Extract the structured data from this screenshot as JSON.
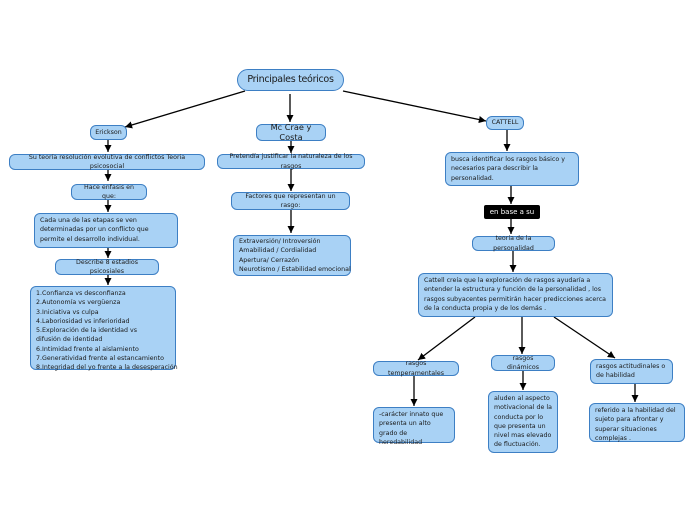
{
  "root": "Principales teóricos",
  "branches": {
    "erickson": {
      "title": "Erickson",
      "theory": "Su teoría resolución evolutiva de conflictos Teoria psicosocial",
      "emphasis": "Hace enfasis en que:",
      "stages_note": "Cada una de las etapas se ven determinadas por un conflicto que permite el desarrollo individual.",
      "stages_title": "Describe 8 estadios psicosiales",
      "stages": [
        "1.Confianza vs desconfianza",
        "2.Autonomía vs vergüenza",
        "3.Iniciativa vs culpa",
        "4.Laboriosidad vs inferioridad",
        "5.Exploración de la identidad vs",
        "difusión de identidad",
        "6.Intimidad frente al aislamiento",
        "7.Generatividad frente al estancamiento",
        "8.Integridad del yo frente a la desesperación"
      ]
    },
    "mccrae": {
      "title": "Mc Crae y Costa",
      "purpose": "Pretendía justificar la naturaleza de los rasgos",
      "factors_title": "Factores que representan un rasgo:",
      "factors": [
        "Extraversión/ Introversión",
        "Amabilidad / Cordialidad",
        "Apertura/ Cerrazón",
        "Neurotismo / Estabilidad emocional"
      ]
    },
    "cattell": {
      "title": "CATTELL",
      "goal": "busca identificar los rasgos básico y necesarios para describir la personalidad.",
      "based_on": "en base a su",
      "theory": "teoría de la personalidad",
      "description": "Cattell creía que la exploración de rasgos ayudaría a entender la estructura y función de la personalidad , los rasgos subyacentes permitirán hacer predicciones acerca de la conducta propia y de los demás .",
      "temperamentales": {
        "title": "rasgos temperamentales",
        "detail": "-carácter innato que presenta un alto grado de heredabilidad"
      },
      "dinamicos": {
        "title": "rasgos dinámicos",
        "detail": "aluden al aspecto motivacional de la conducta por lo que presenta un nivel mas elevado de fluctuación."
      },
      "actitudinales": {
        "title": "rasgos actitudinales o de habilidad",
        "detail": "referido a la habilidad del sujeto para afrontar y superar situaciones complejas ."
      }
    }
  }
}
